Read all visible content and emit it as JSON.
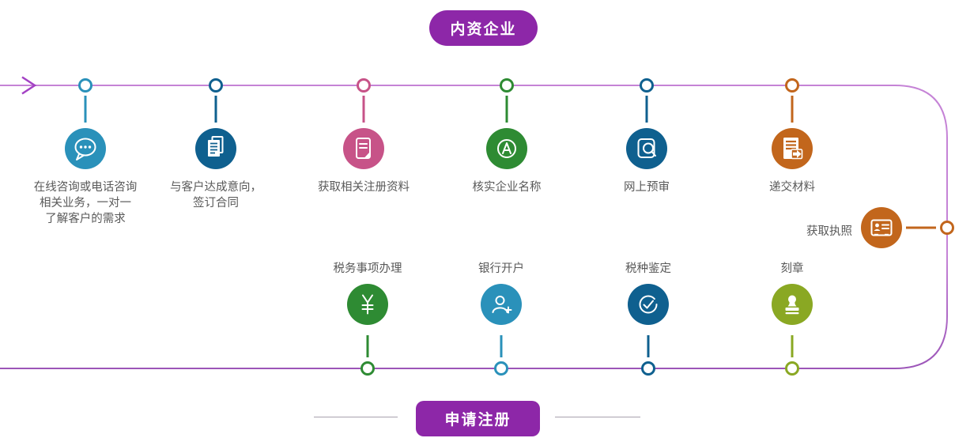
{
  "badges": {
    "top": "内资企业",
    "bottom": "申请注册"
  },
  "colors": {
    "purple": "#8d27a8",
    "line": "#c583d6",
    "line2": "#9c55b8",
    "arrow": "#a341c4",
    "sky": "#2a91ba",
    "navy": "#0f608f",
    "pink": "#c75388",
    "green": "#2e8b33",
    "orange": "#c2661c",
    "olive": "#8aa823",
    "text": "#595959",
    "divider": "#a8a1ad"
  },
  "top_steps": [
    {
      "icon": "chat-bubble-icon",
      "color": "#2a91ba",
      "label_lines": [
        "在线咨询或电话咨询",
        "相关业务，一对一",
        "了解客户的需求"
      ]
    },
    {
      "icon": "contract-documents-icon",
      "color": "#0f608f",
      "label_lines": [
        "与客户达成意向，",
        "签订合同"
      ]
    },
    {
      "icon": "registration-form-icon",
      "color": "#c75388",
      "label_lines": [
        "获取相关注册资料"
      ]
    },
    {
      "icon": "letter-a-circle-icon",
      "color": "#2e8b33",
      "label_lines": [
        "核实企业名称"
      ]
    },
    {
      "icon": "document-search-icon",
      "color": "#0f608f",
      "label_lines": [
        "网上预审"
      ]
    },
    {
      "icon": "document-submit-arrow-icon",
      "color": "#c2661c",
      "label_lines": [
        "递交材料"
      ]
    }
  ],
  "license_step": {
    "label": "获取执照",
    "icon": "license-card-icon",
    "color": "#c2661c"
  },
  "bottom_steps": [
    {
      "label": "税务事项办理",
      "icon": "yen-currency-icon",
      "color": "#2e8b33"
    },
    {
      "label": "银行开户",
      "icon": "add-user-icon",
      "color": "#2a91ba"
    },
    {
      "label": "税种鉴定",
      "icon": "check-circle-icon",
      "color": "#0f608f"
    },
    {
      "label": "刻章",
      "icon": "stamp-icon",
      "color": "#8aa823"
    }
  ]
}
